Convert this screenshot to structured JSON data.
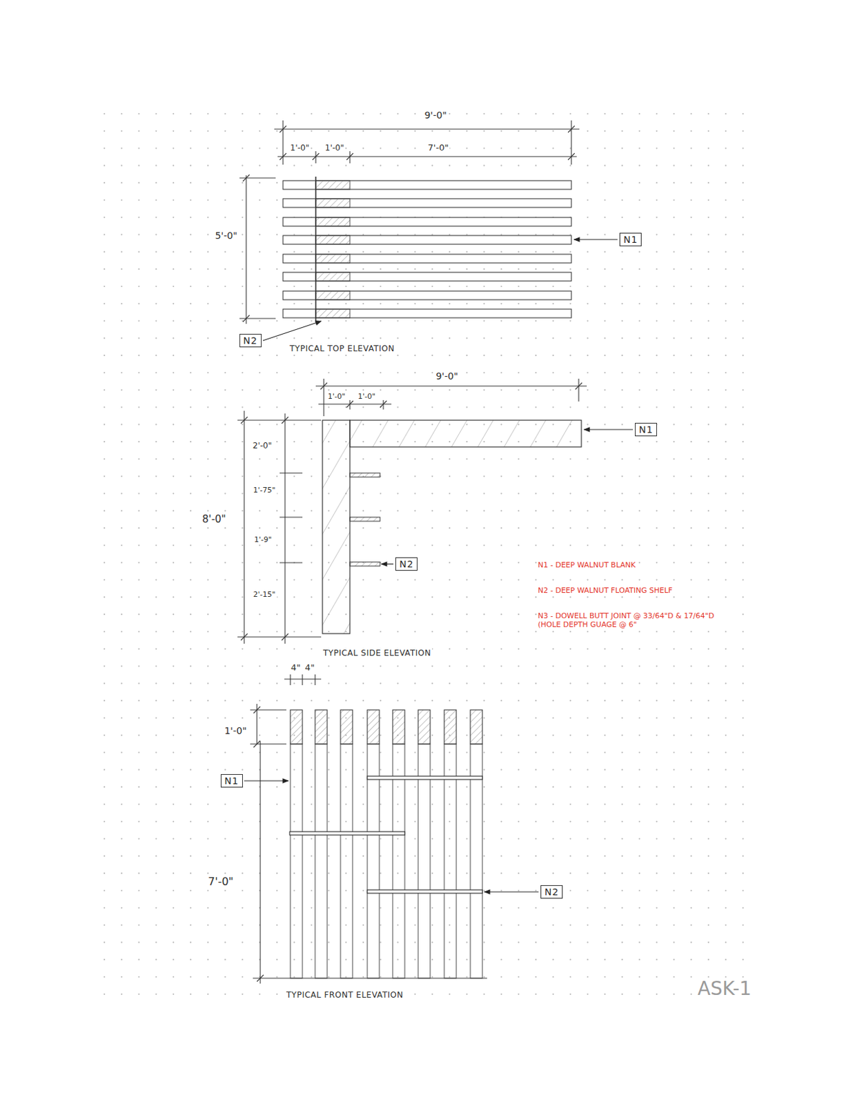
{
  "diagram": {
    "nodes": [
      {
        "text": [
          "N1"
        ]
      },
      {
        "text": [
          "N2"
        ]
      },
      {
        "text": [
          "N1"
        ]
      },
      {
        "text": [
          "N2"
        ]
      },
      {
        "text": [
          "N1"
        ]
      },
      {
        "text": [
          "N2"
        ]
      }
    ],
    "labels": [
      "9'-0\"",
      "1'-0\"",
      "1'-0\"",
      "7'-0\"",
      "5'-0\"",
      "TYPICAL TOP ELEVATION",
      "9'-0\"",
      "1'-0\"",
      "1'-0\"",
      "2'-0\"",
      "8'-0\"",
      "1'-75\"",
      "1'-9\"",
      "2'-15\"",
      "N1 - DEEP WALNUT BLANK",
      "N2 - DEEP WALNUT FLOATING SHELF",
      "N3 - DOWELL BUTT JOINT @ 33/64\"D & 17/64\"D (HOLE DEPTH GUAGE @ 6\"",
      "TYPICAL SIDE ELEVATION",
      "4\"",
      "4\"",
      "1'-0\"",
      "7'-0\"",
      "TYPICAL FRONT ELEVATION",
      "ASK-1"
    ]
  }
}
